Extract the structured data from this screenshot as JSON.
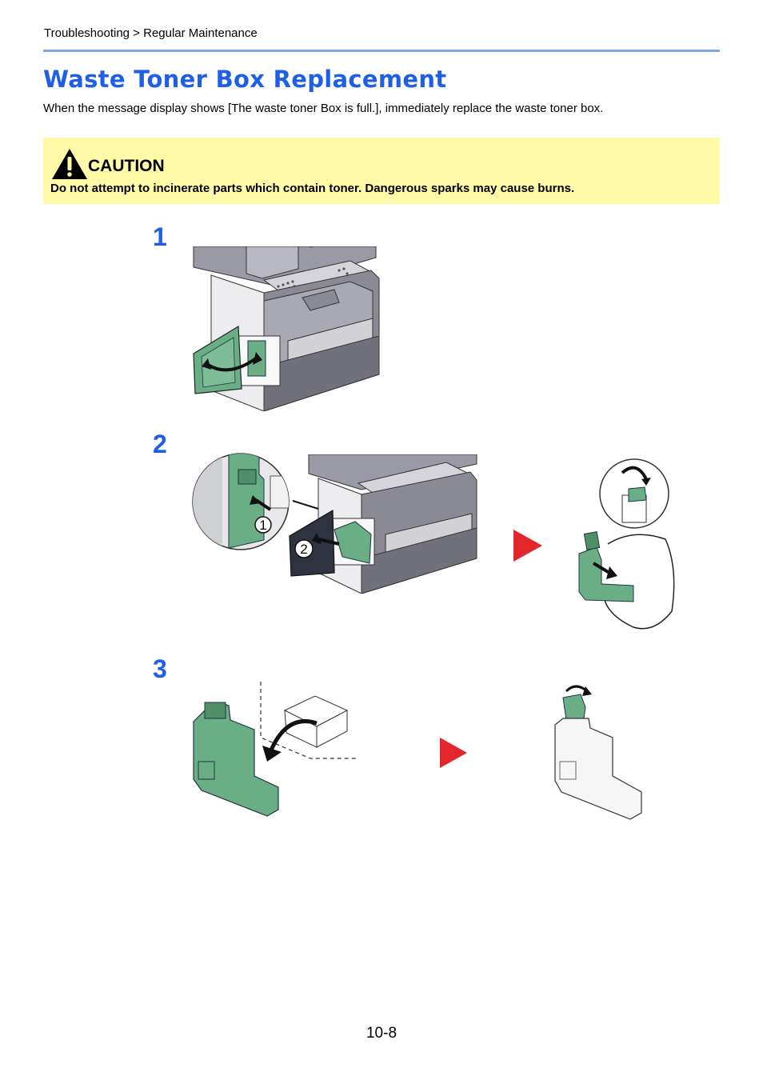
{
  "header": {
    "breadcrumb": "Troubleshooting > Regular Maintenance"
  },
  "main": {
    "title": "Waste Toner Box Replacement",
    "intro": "When the message display shows [The waste toner Box is full.], immediately replace the waste toner box.",
    "caution": {
      "label": "CAUTION",
      "text": "Do not attempt to incinerate parts which contain toner. Dangerous sparks may cause burns."
    },
    "steps": [
      {
        "number": "1"
      },
      {
        "number": "2",
        "callouts": [
          "1",
          "2"
        ]
      },
      {
        "number": "3"
      }
    ]
  },
  "colors": {
    "accent": "#1f5fe6",
    "caution_bg": "#fffaa8",
    "toner_green": "#6aae86",
    "arrow_red": "#e3262b",
    "rule": "#7ea6e8"
  },
  "footer": {
    "page_number": "10-8"
  }
}
